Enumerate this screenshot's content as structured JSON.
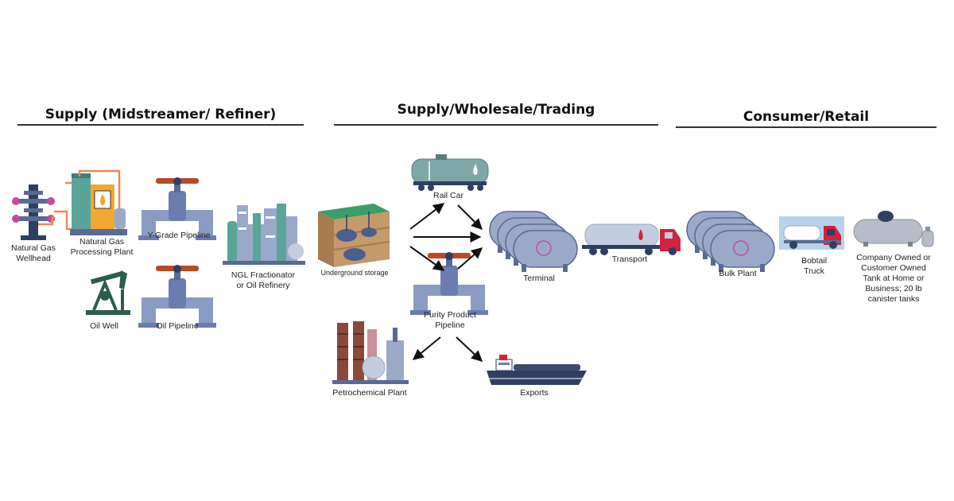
{
  "sections": {
    "supply": "Supply (Midstreamer/ Refiner)",
    "wholesale": "Supply/Wholesale/Trading",
    "retail": "Consumer/Retail"
  },
  "labels": {
    "wellhead": [
      "Natural Gas",
      "Wellhead"
    ],
    "processing_plant": [
      "Natural Gas",
      "Processing Plant"
    ],
    "y_grade_pipeline": "Y-Grade Pipeline",
    "oil_well": "Oil  Well",
    "oil_pipeline": "Oil Pipeline",
    "fractionator": [
      "NGL Fractionator",
      "or Oil Refinery"
    ],
    "underground_storage": "Underground storage",
    "rail_car": "Rail Car",
    "purity_pipeline": [
      "Purity Product",
      "Pipeline"
    ],
    "petrochemical_plant": "Petrochemical Plant",
    "exports": "Exports",
    "terminal": "Terminal",
    "transport": "Transport",
    "bulk_plant": "Bulk Plant",
    "bobtail_truck": [
      "Bobtail",
      "Truck"
    ],
    "customer_tank": [
      "Company Owned or",
      "Customer Owned",
      "Tank at Home or",
      "Business; 20 lb",
      "canister tanks"
    ]
  },
  "icons": [
    "wellhead-icon",
    "processing-plant-icon",
    "pipeline-icon",
    "oil-well-icon",
    "refinery-icon",
    "underground-storage-icon",
    "rail-car-icon",
    "petrochemical-plant-icon",
    "ship-icon",
    "storage-tanks-icon",
    "tanker-truck-icon",
    "bobtail-truck-icon",
    "propane-tank-icon",
    "canister-icon"
  ],
  "colors": {
    "steel": "#9aa9c9",
    "dark_steel": "#5a6a96",
    "valve": "#b84a28",
    "navy": "#2e3f63",
    "green": "#2b5e4c",
    "teal": "#5aa49a",
    "flame": "#f0a830",
    "truck_red": "#d3223b",
    "earth": "#c49a6b",
    "grass": "#3a9d6a",
    "pipe_brown": "#8a4a3a"
  }
}
